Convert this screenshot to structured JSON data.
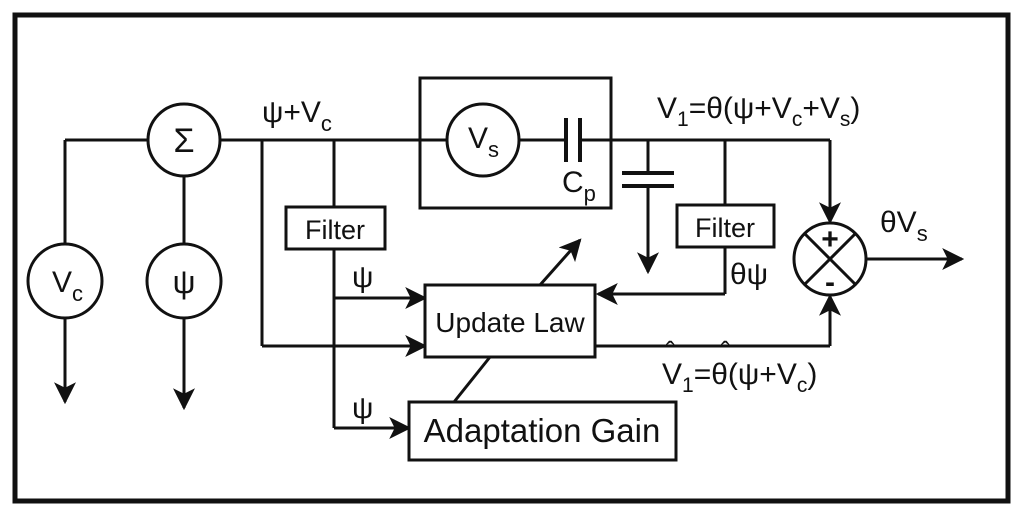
{
  "sources": {
    "vc_symbol": "V",
    "vc_sub": "c",
    "psi_symbol": "ψ",
    "vs_symbol": "V",
    "vs_sub": "s"
  },
  "summer": {
    "symbol": "Σ"
  },
  "comparator": {
    "plus": "+",
    "minus": "-"
  },
  "blocks": {
    "filter_left": "Filter",
    "filter_right": "Filter",
    "update_law": "Update Law",
    "adaptation_gain": "Adaptation Gain"
  },
  "labels": {
    "psi_plus_vc_a": "ψ+V",
    "psi_plus_vc_sub": "c",
    "cp_main": "C",
    "cp_sub": "p",
    "v1_a": "V",
    "v1_sub1": "1",
    "v1_b": "=θ(ψ+V",
    "v1_sub2": "c",
    "v1_c": "+V",
    "v1_sub3": "s",
    "v1_d": ")",
    "psi_upper": "ψ",
    "psi_lower": "ψ",
    "theta_psi": "θψ",
    "theta_vs_a": "θV",
    "theta_vs_sub": "s",
    "v1hat_a": "V",
    "v1hat_hat": "ˆ",
    "v1hat_sub1": "1",
    "v1hat_b": "=",
    "theta_hat": "θ",
    "theta_hat_mark": "ˆ",
    "v1hat_c": "(ψ+V",
    "v1hat_sub2": "c",
    "v1hat_d": ")"
  }
}
